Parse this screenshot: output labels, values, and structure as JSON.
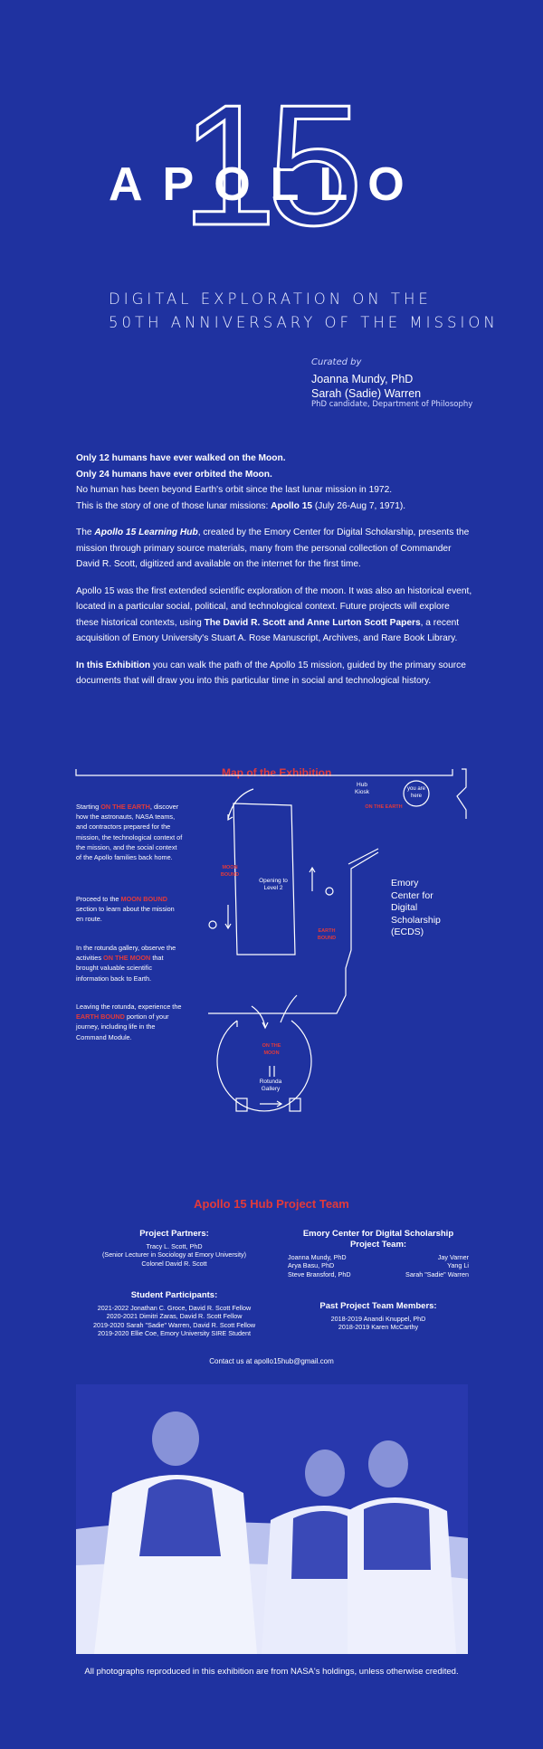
{
  "logo": {
    "number": "15",
    "word": "APOLLO"
  },
  "subtitle": {
    "line1": "Digital Exploration on the",
    "line2": "50th Anniversary of the Mission"
  },
  "credits": {
    "label": "Curated by",
    "names": [
      {
        "name": "Joanna Mundy, PhD",
        "sub": ""
      },
      {
        "name": "Sarah (Sadie) Warren",
        "sub": "PhD candidate, Department of Philosophy"
      }
    ]
  },
  "intro": {
    "l1": "Only 12 humans have ever walked on the Moon.",
    "l2": "Only 24 humans have ever orbited the Moon.",
    "l3": "No human has been beyond Earth's orbit since the last lunar mission in 1972.",
    "l4a": "This is the story of one of those lunar missions: ",
    "l4b": "Apollo 15",
    "l4c": " (July 26-Aug 7, 1971).",
    "p2a": "The ",
    "p2b": "Apollo 15 Learning Hub",
    "p2c": ", created by the Emory Center for Digital Scholarship, presents the mission through primary source materials, many from the personal collection of Commander David R. Scott, digitized and available on the internet for the first time.",
    "p3a": "Apollo 15 was the first extended scientific exploration of the moon.  It was also an historical event, located in a particular social, political, and technological context.  Future projects will explore these historical contexts, using ",
    "p3b": "The David R. Scott and Anne Lurton Scott Papers",
    "p3c": ", a recent acquisition of Emory University's Stuart A. Rose Manuscript, Archives, and Rare Book Library.",
    "p4a": "In this Exhibition",
    "p4b": " you can walk the path of the Apollo 15 mission, guided by the primary source documents that will draw you into this particular time in social and technological history."
  },
  "map": {
    "title": "Map of the Exhibition",
    "t1a": "Starting ",
    "t1b": "ON THE EARTH",
    "t1c": ", discover how the astronauts, NASA teams, and contractors prepared for the mission, the technological context of the mission, and the social context of the Apollo families back home.",
    "t2a": "Proceed to the ",
    "t2b": "MOON BOUND",
    "t2c": " section to learn about the mission en route.",
    "t3a": "In the rotunda gallery, observe the activities ",
    "t3b": "ON THE MOON",
    "t3c": " that brought valuable scientific information back to Earth.",
    "t4a": "Leaving the rotunda, experience the ",
    "t4b": "EARTH BOUND",
    "t4c": " portion of your journey, including life in the Command Module.",
    "hub_kiosk": "Hub Kiosk",
    "you_are_here": "you are here",
    "on_the_earth": "ON THE EARTH",
    "moon_bound": "MOON BOUND",
    "opening": "Opening to Level 2",
    "earth_bound": "EARTH BOUND",
    "on_the_moon": "ON THE MOON",
    "rotunda": "Rotunda Gallery",
    "ecds": [
      "Emory",
      "Center for",
      "Digital",
      "Scholarship",
      "(ECDS)"
    ]
  },
  "team": {
    "title": "Apollo 15 Hub Project Team",
    "partners_h": "Project Partners:",
    "partners": [
      "Tracy L. Scott, PhD",
      "(Senior Lecturer in Sociology at Emory University)",
      "Colonel David R. Scott"
    ],
    "students_h": "Student Participants:",
    "students": [
      "2021-2022 Jonathan C. Groce, David R. Scott Fellow",
      "2020-2021 Dimitri Zaras, David R. Scott Fellow",
      "2019-2020 Sarah \"Sadie\" Warren, David R. Scott Fellow",
      "2019-2020 Ellie Coe, Emory University SIRE Student"
    ],
    "ecds_h1": "Emory Center for Digital Scholarship",
    "ecds_h2": "Project Team:",
    "ecds_left": [
      "Joanna Mundy, PhD",
      "Arya Basu, PhD",
      "Steve Bransford, PhD"
    ],
    "ecds_right": [
      "Jay Varner",
      "Yang Li",
      "Sarah \"Sadie\" Warren"
    ],
    "past_h": "Past Project Team Members:",
    "past": [
      "2018-2019 Anandi Knuppel, PhD",
      "2018-2019 Karen McCarthy"
    ],
    "contact": "Contact us at apollo15hub@gmail.com"
  },
  "caption": "All photographs reproduced in this exhibition are from NASA's holdings, unless otherwise credited."
}
